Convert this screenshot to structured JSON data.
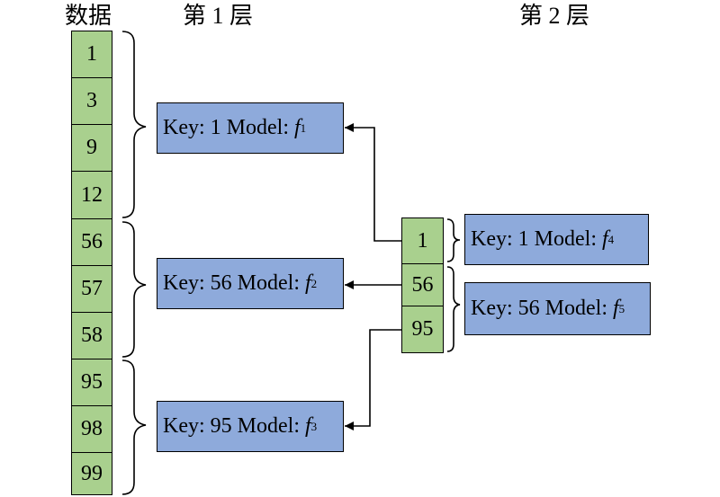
{
  "headers": {
    "data": "数据",
    "layer1": "第 1 层",
    "layer2": "第 2 层"
  },
  "data_column": [
    "1",
    "3",
    "9",
    "12",
    "56",
    "57",
    "58",
    "95",
    "98",
    "99"
  ],
  "layer1_models": [
    {
      "key_text": "Key: 1 Model: ",
      "func": "f",
      "sub": "1"
    },
    {
      "key_text": "Key: 56 Model: ",
      "func": "f",
      "sub": "2"
    },
    {
      "key_text": "Key: 95 Model: ",
      "func": "f",
      "sub": "3"
    }
  ],
  "layer2_keys": [
    "1",
    "56",
    "95"
  ],
  "layer2_models": [
    {
      "key_text": "Key: 1 Model: ",
      "func": "f",
      "sub": "4"
    },
    {
      "key_text": "Key: 56 Model: ",
      "func": "f",
      "sub": "5"
    }
  ],
  "colors": {
    "data_cell": "#a9d08e",
    "model_box": "#8eaadb",
    "line": "#000000"
  }
}
